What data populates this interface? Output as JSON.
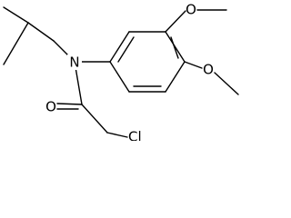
{
  "molecule": {
    "atoms": {
      "nitrogen": "N",
      "carbonyl_oxygen": "O",
      "chlorine": "Cl",
      "methoxy_oxygen_3": "O",
      "methoxy_oxygen_4": "O"
    }
  },
  "colors": {
    "bond": "#000000",
    "background": "#ffffff"
  }
}
